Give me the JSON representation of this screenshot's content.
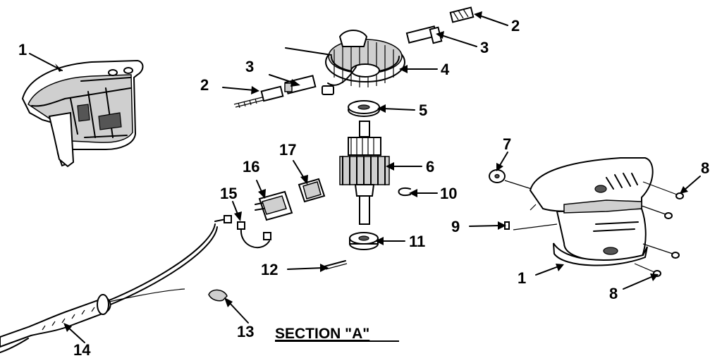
{
  "section_title": "SECTION \"A\"",
  "callouts": {
    "housing_left": "1",
    "brush_right": "2",
    "brush_holder_right": "3",
    "field_coil": "4",
    "bearing_top": "5",
    "armature": "6",
    "washer": "7",
    "screws_top": "8",
    "pin": "9",
    "clip": "10",
    "bearing_bottom": "11",
    "wire_connector": "12",
    "strain_relief": "13",
    "cord": "14",
    "switch_lead": "15",
    "switch": "16",
    "switch_button": "17",
    "brush_left": "2",
    "brush_holder_left": "3",
    "housing_right": "1",
    "screws_bottom": "8"
  }
}
